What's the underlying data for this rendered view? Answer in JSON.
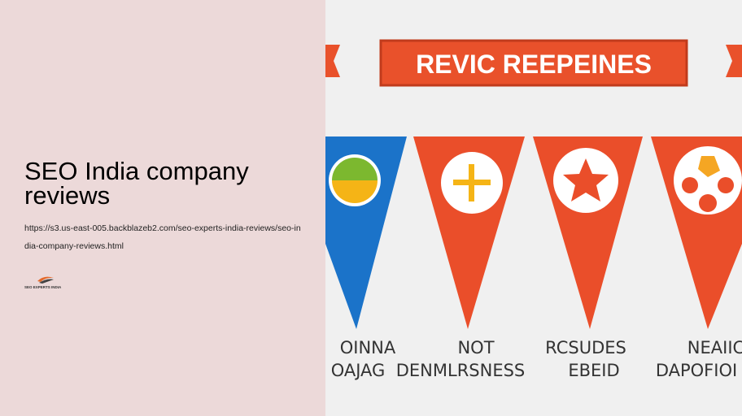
{
  "page": {
    "title": "SEO India company reviews",
    "url": "https://s3.us-east-005.backblazeb2.com/seo-experts-india-reviews/seo-india-company-reviews.html",
    "logo_text": "SEO EXPERTS INDIA"
  },
  "image": {
    "banner": "REVIC REEPEINES",
    "labels_row1": [
      "OINNA",
      "NOT",
      "RCSUDES",
      "NEAIIC"
    ],
    "labels_row2": [
      "OAJAG",
      "DENMLRSNESS",
      "EBEID",
      "DAPOFIOI"
    ],
    "colors": {
      "banner": "#e9512b",
      "blue": "#1b73c9",
      "orange": "#ea4e2a"
    }
  }
}
